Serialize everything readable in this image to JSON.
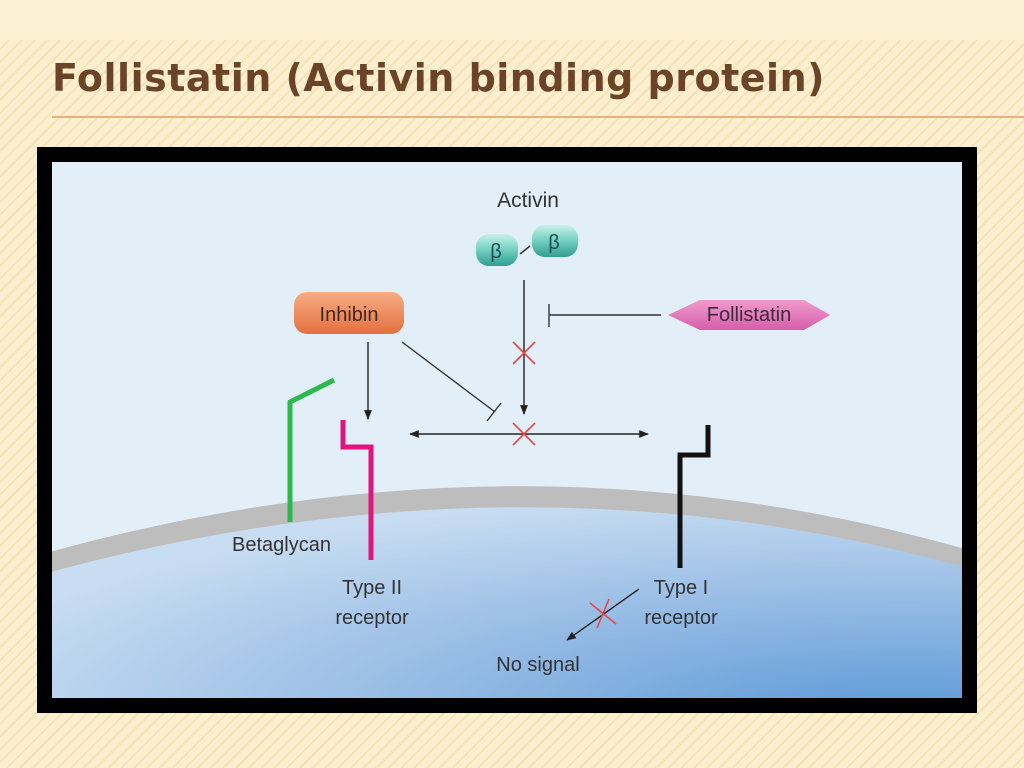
{
  "slide": {
    "title": "Follistatin (Activin binding protein)"
  },
  "diagram": {
    "activin_label": "Activin",
    "beta_left": "β",
    "beta_right": "β",
    "inhibin_label": "Inhibin",
    "follistatin_label": "Follistatin",
    "betaglycan_label": "Betaglycan",
    "type2_line1": "Type II",
    "type2_line2": "receptor",
    "type1_line1": "Type I",
    "type1_line2": "receptor",
    "no_signal_label": "No signal"
  },
  "colors": {
    "title": "#6b4428",
    "panel_bg": "#e3eff8",
    "membrane": "#bdbdbd",
    "cell_interior": "#8fb6e2",
    "inhibin_box": "#f08a5a",
    "follistatin_shape": "#e074b6",
    "beta_subunit": "#5cc2b4",
    "betaglycan": "#2db84b",
    "type2_receptor": "#e0157f",
    "type1_receptor": "#111111",
    "block_cross": "#e8484a"
  }
}
